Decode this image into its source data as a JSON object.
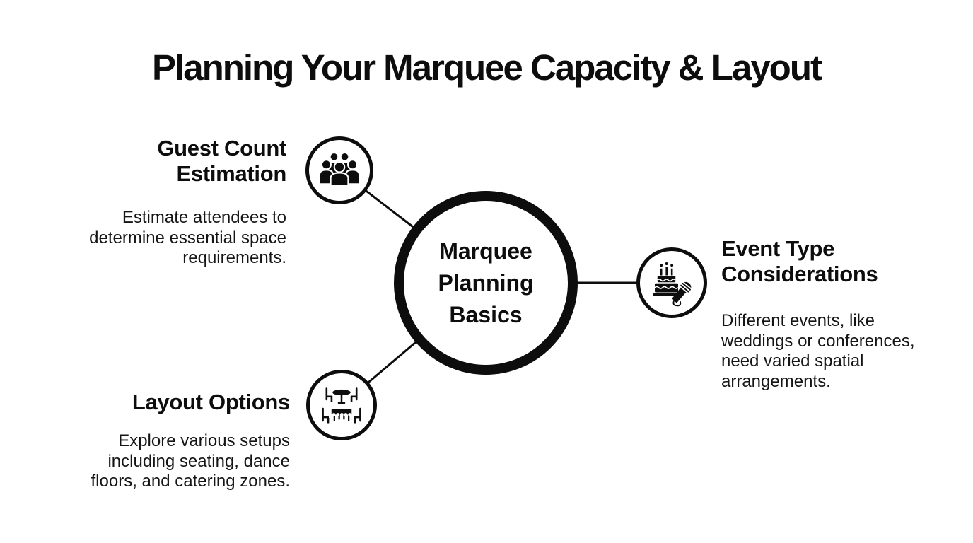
{
  "colors": {
    "foreground": "#0d0d0d",
    "background": "#ffffff"
  },
  "title": "Planning Your Marquee Capacity & Layout",
  "center_node": {
    "lines": [
      "Marquee",
      "Planning",
      "Basics"
    ]
  },
  "nodes": [
    {
      "id": "guest-count-estimation",
      "title": "Guest Count Estimation",
      "description": "Estimate attendees to determine essential space requirements.",
      "icon": "crowd-icon"
    },
    {
      "id": "event-type-considerations",
      "title": "Event Type Considerations",
      "description": "Different events, like weddings or conferences, need varied spatial arrangements.",
      "icon": "cake-and-microphone-icon"
    },
    {
      "id": "layout-options",
      "title": "Layout Options",
      "description": "Explore various setups including seating, dance floors, and catering zones.",
      "icon": "tables-and-chairs-icon"
    }
  ]
}
